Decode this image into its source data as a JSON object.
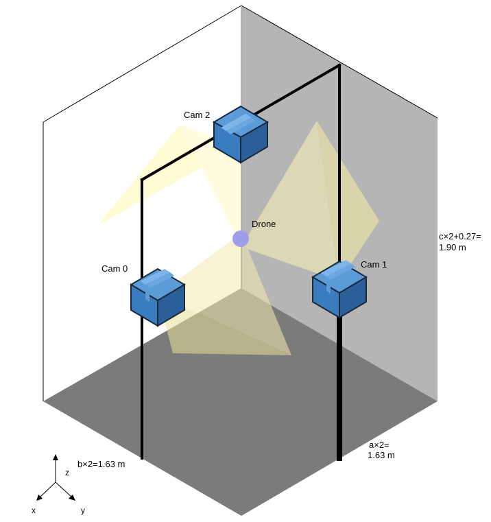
{
  "labels": {
    "drone": "Drone",
    "cam0": "Cam 0",
    "cam1": "Cam 1",
    "cam2": "Cam 2",
    "height_line1": "c×2+0.27=",
    "height_line2": "1.90 m",
    "width_a_line1": "a×2=",
    "width_a_line2": "1.63 m",
    "width_b": "b×2=1.63 m"
  },
  "axes": {
    "x": "x",
    "y": "y",
    "z": "z"
  },
  "colors": {
    "floor": "#7a7a7a",
    "back_wall": "#b4b4b4",
    "camera_light": "#5a9bd8",
    "camera_mid": "#3a7cc0",
    "camera_dark": "#2a5f9a",
    "frustum": "#fffbb0",
    "drone": "#a09ee8",
    "frame": "#000000"
  }
}
